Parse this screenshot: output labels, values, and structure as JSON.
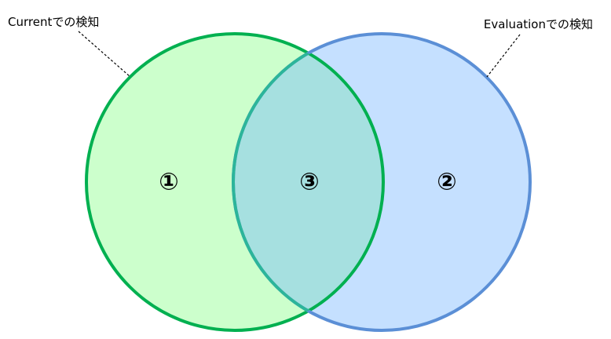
{
  "diagram": {
    "type": "venn",
    "sets": [
      {
        "id": "current",
        "label": "Currentでの検知",
        "fill_color": "#ccffcc",
        "stroke_color": "#00b050"
      },
      {
        "id": "evaluation",
        "label": "Evaluationでの検知",
        "fill_color": "#c5e0ff",
        "stroke_color": "#5b8fd6"
      }
    ],
    "intersection_fill_color": "#a6e0e0",
    "intersection_stroke_color": "#2cb59a",
    "regions": {
      "current_only": "①",
      "evaluation_only": "②",
      "both": "③"
    }
  }
}
